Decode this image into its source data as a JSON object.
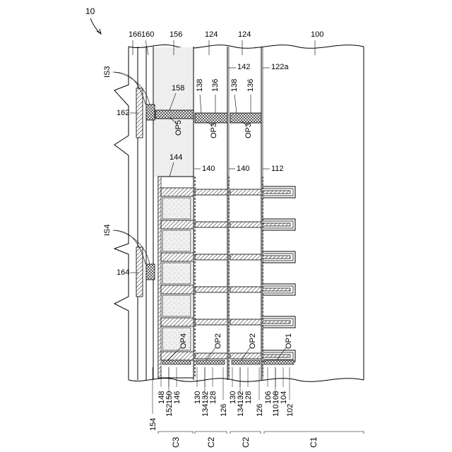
{
  "figure_number": "10",
  "labels_top": [
    "166",
    "160",
    "156",
    "124",
    "124",
    "100"
  ],
  "labels_side_upper": {
    "is": "IS3",
    "pad": "162"
  },
  "labels_side_lower": {
    "is": "IS4",
    "pad": "164"
  },
  "labels_middle": [
    "142",
    "122a",
    "158",
    "138",
    "136",
    "138",
    "136",
    "OP5",
    "OP3",
    "OP3",
    "144",
    "140",
    "140",
    "112",
    "OP4",
    "OP2",
    "OP2",
    "OP1"
  ],
  "labels_bottom": [
    "148",
    "150",
    "146",
    "152",
    "154",
    "130",
    "132",
    "128",
    "134",
    "126",
    "130",
    "132",
    "128",
    "134",
    "126",
    "106",
    "108",
    "104",
    "110",
    "102"
  ],
  "chip_labels": [
    "C3",
    "C2",
    "C2",
    "C1"
  ]
}
